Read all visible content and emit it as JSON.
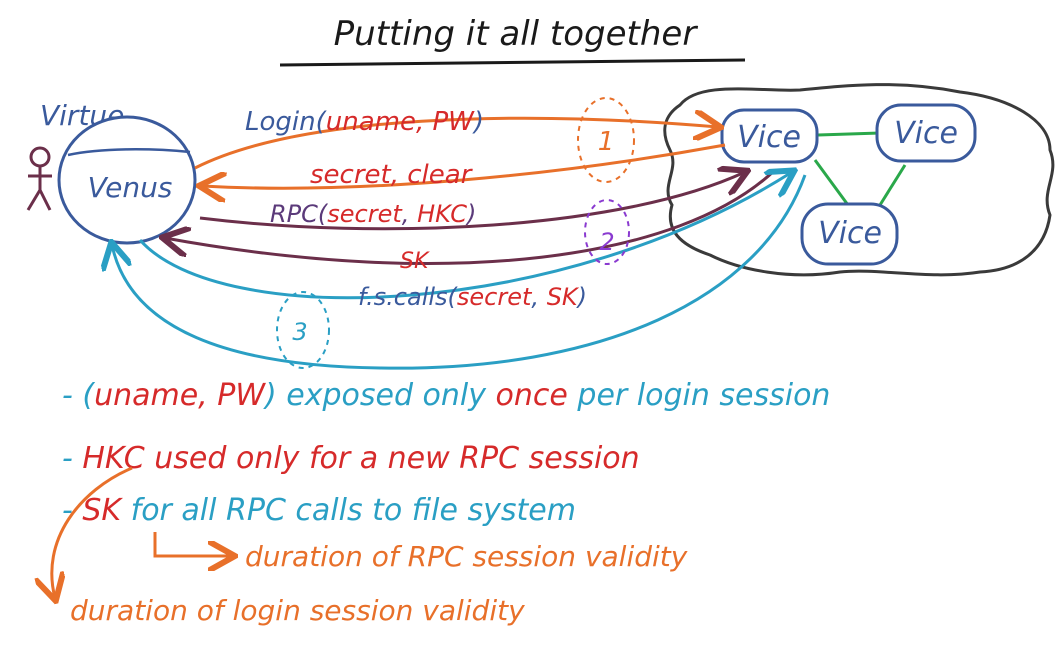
{
  "title": "Putting it all together",
  "actor_label": "Virtue",
  "client_node": "Venus",
  "servers": [
    "Vice",
    "Vice",
    "Vice"
  ],
  "messages": [
    {
      "label": "Login(uname, PW)",
      "step": "1"
    },
    {
      "label_parts": [
        "secret",
        ", ",
        "clear"
      ],
      "step": "1"
    },
    {
      "label_parts": [
        "RPC(",
        "secret",
        ", ",
        "HKC",
        ")"
      ],
      "step": "2"
    },
    {
      "label": "SK",
      "step": "2"
    },
    {
      "label_parts": [
        "f.s.calls(",
        "secret",
        ", ",
        "SK",
        ")"
      ],
      "step": "3"
    }
  ],
  "steps": [
    "1",
    "2",
    "3"
  ],
  "notes": [
    {
      "prefix": "- ",
      "parts": [
        "(",
        "uname, PW",
        ")",
        " exposed only ",
        "once",
        " per login session"
      ]
    },
    {
      "prefix": "- ",
      "parts": [
        "HKC used only for a new RPC session"
      ]
    },
    {
      "prefix": "- ",
      "parts": [
        "SK",
        " for all RPC calls to file system"
      ]
    },
    {
      "prefix": "",
      "parts": [
        "duration of RPC session validity"
      ]
    },
    {
      "prefix": "",
      "parts": [
        "duration of login session validity"
      ]
    }
  ],
  "colors": {
    "orange": "#e8702a",
    "red": "#d62a2a",
    "purple": "#5b3a7a",
    "maroon": "#6b2f4a",
    "teal": "#2a9fc4",
    "blue": "#3a5a9c",
    "green": "#2aa84a",
    "black": "#1a1a1a",
    "violet": "#8a3ad0"
  },
  "icons": [
    "stick-figure-icon",
    "cloud-icon"
  ]
}
